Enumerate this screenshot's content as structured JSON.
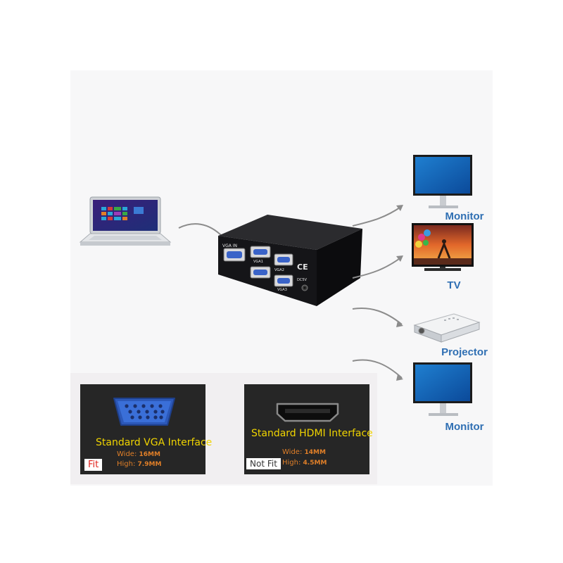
{
  "devices": {
    "monitor_top": "Monitor",
    "tv": "TV",
    "projector": "Projector",
    "monitor_bottom": "Monitor"
  },
  "splitter": {
    "front_label": "VGA IN",
    "port_labels": [
      "VGA1",
      "VGA2",
      "VGA3"
    ],
    "power_label": "DC5V",
    "cert_mark": "CE"
  },
  "interfaces": {
    "vga": {
      "title": "Standard VGA Interface",
      "wide_label": "Wide:",
      "wide_value": "16MM",
      "high_label": "High:",
      "high_value": "7.9MM",
      "status": "Fit"
    },
    "hdmi": {
      "title": "Standard HDMI Interface",
      "wide_label": "Wide:",
      "wide_value": "14MM",
      "high_label": "High:",
      "high_value": "4.5MM",
      "status": "Not Fit"
    }
  },
  "colors": {
    "device_label": "#2f6fb3",
    "card_title": "#f0d400",
    "spec_text": "#e07f28",
    "fit_text": "#e0201a",
    "vga_connector": "#3a63c8"
  }
}
